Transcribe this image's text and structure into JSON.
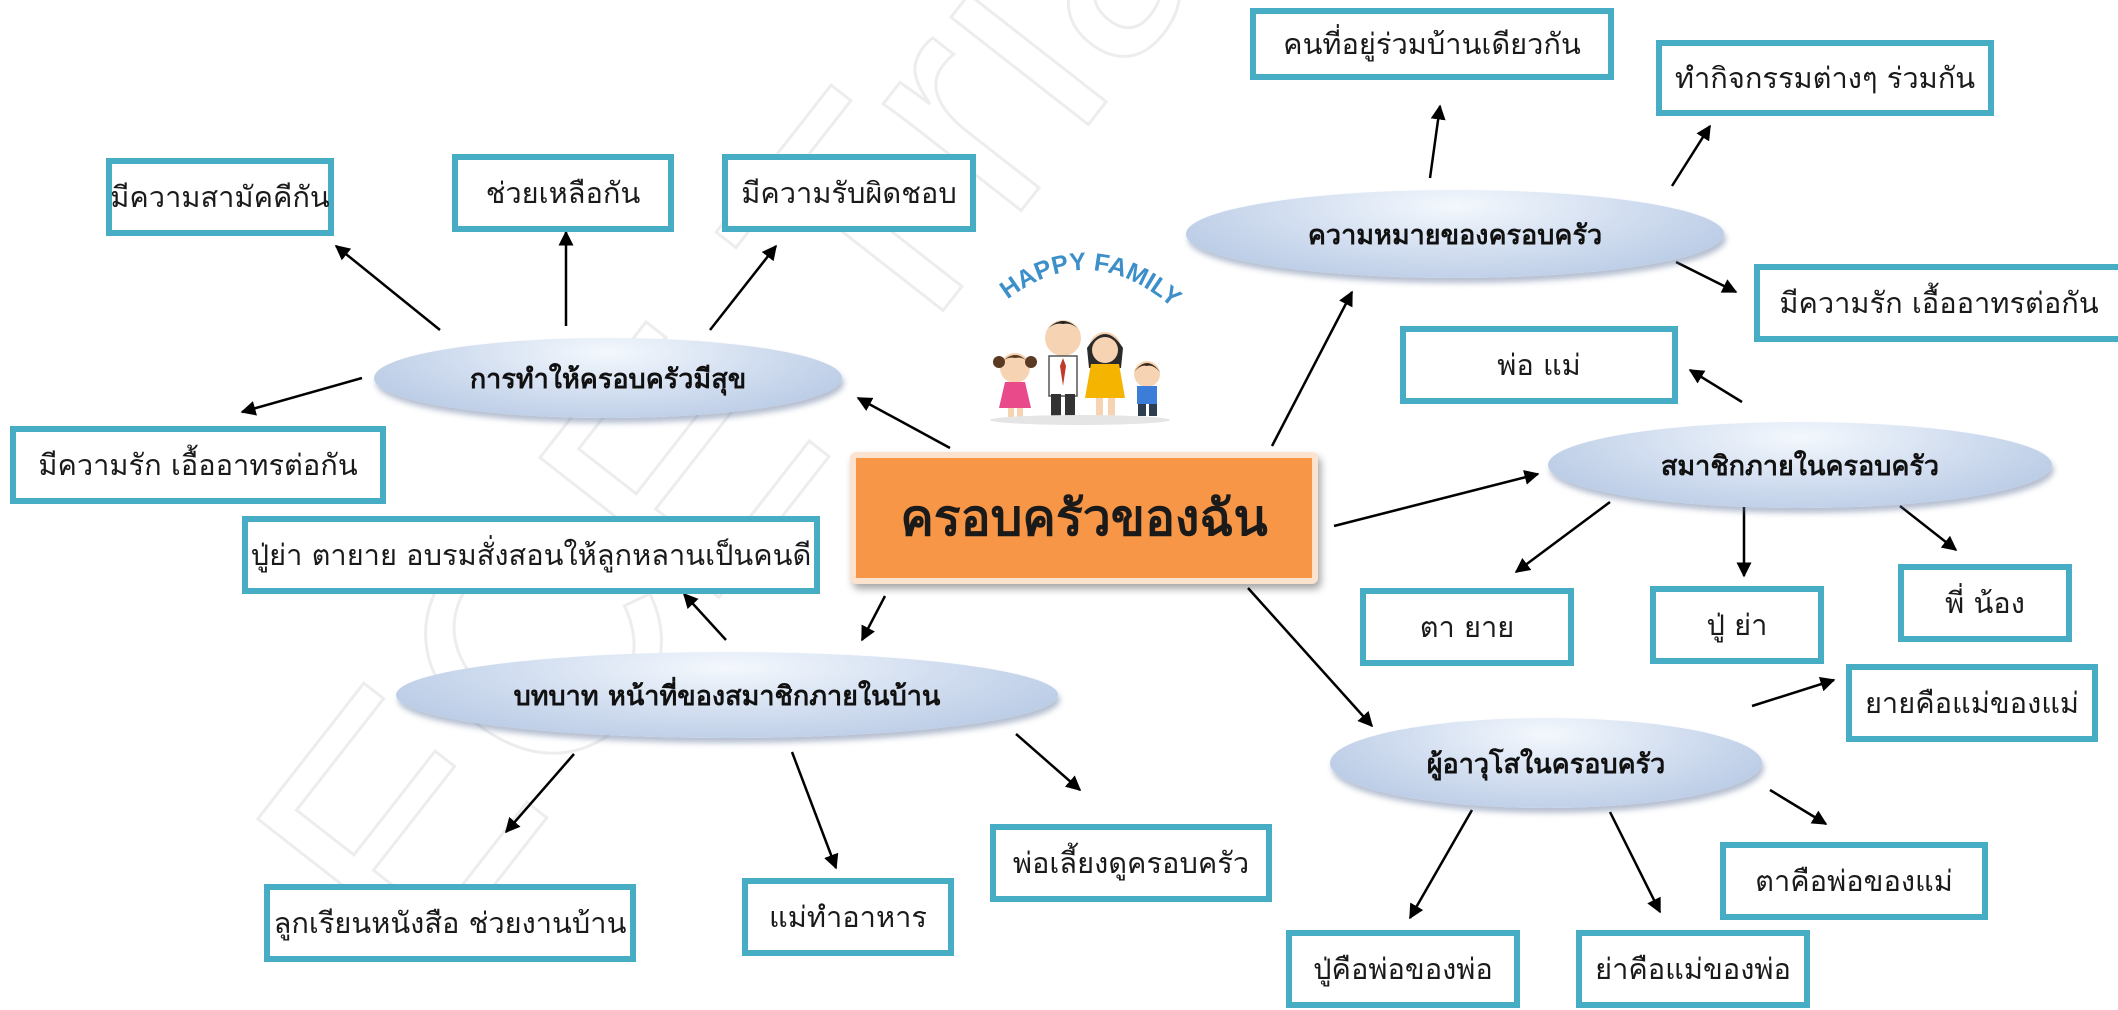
{
  "center": {
    "title": "ครอบครัวของฉัน"
  },
  "illustration": {
    "banner": "HAPPY FAMILY"
  },
  "watermark": {
    "text": "ECE Trial"
  },
  "colors": {
    "box_border": "#47adc5",
    "center_fill": "#f79646",
    "ellipse_fill": "#c5d5ec",
    "arrow": "#000000"
  },
  "topics": {
    "happiness": {
      "label": "การทำให้ครอบครัวมีสุข",
      "items": [
        "มีความสามัคคีกัน",
        "ช่วยเหลือกัน",
        "มีความรับผิดชอบ",
        "มีความรัก เอื้ออาทรต่อกัน"
      ]
    },
    "meaning": {
      "label": "ความหมายของครอบครัว",
      "items": [
        "คนที่อยู่ร่วมบ้านเดียวกัน",
        "ทำกิจกรรมต่างๆ ร่วมกัน",
        "มีความรัก เอื้ออาทรต่อกัน"
      ]
    },
    "members": {
      "label": "สมาชิกภายในครอบครัว",
      "items": [
        "พ่อ แม่",
        "ตา ยาย",
        "ปู่ ย่า",
        "พี่ น้อง"
      ]
    },
    "roles": {
      "label": "บทบาท หน้าที่ของสมาชิกภายในบ้าน",
      "items": [
        "ปู่ย่า ตายาย อบรมสั่งสอนให้ลูกหลานเป็นคนดี",
        "ลูกเรียนหนังสือ ช่วยงานบ้าน",
        "แม่ทำอาหาร",
        "พ่อเลี้ยงดูครอบครัว"
      ]
    },
    "elders": {
      "label": "ผู้อาวุโสในครอบครัว",
      "items": [
        "ยายคือแม่ของแม่",
        "ตาคือพ่อของแม่",
        "ปู่คือพ่อของพ่อ",
        "ย่าคือแม่ของพ่อ"
      ]
    }
  }
}
